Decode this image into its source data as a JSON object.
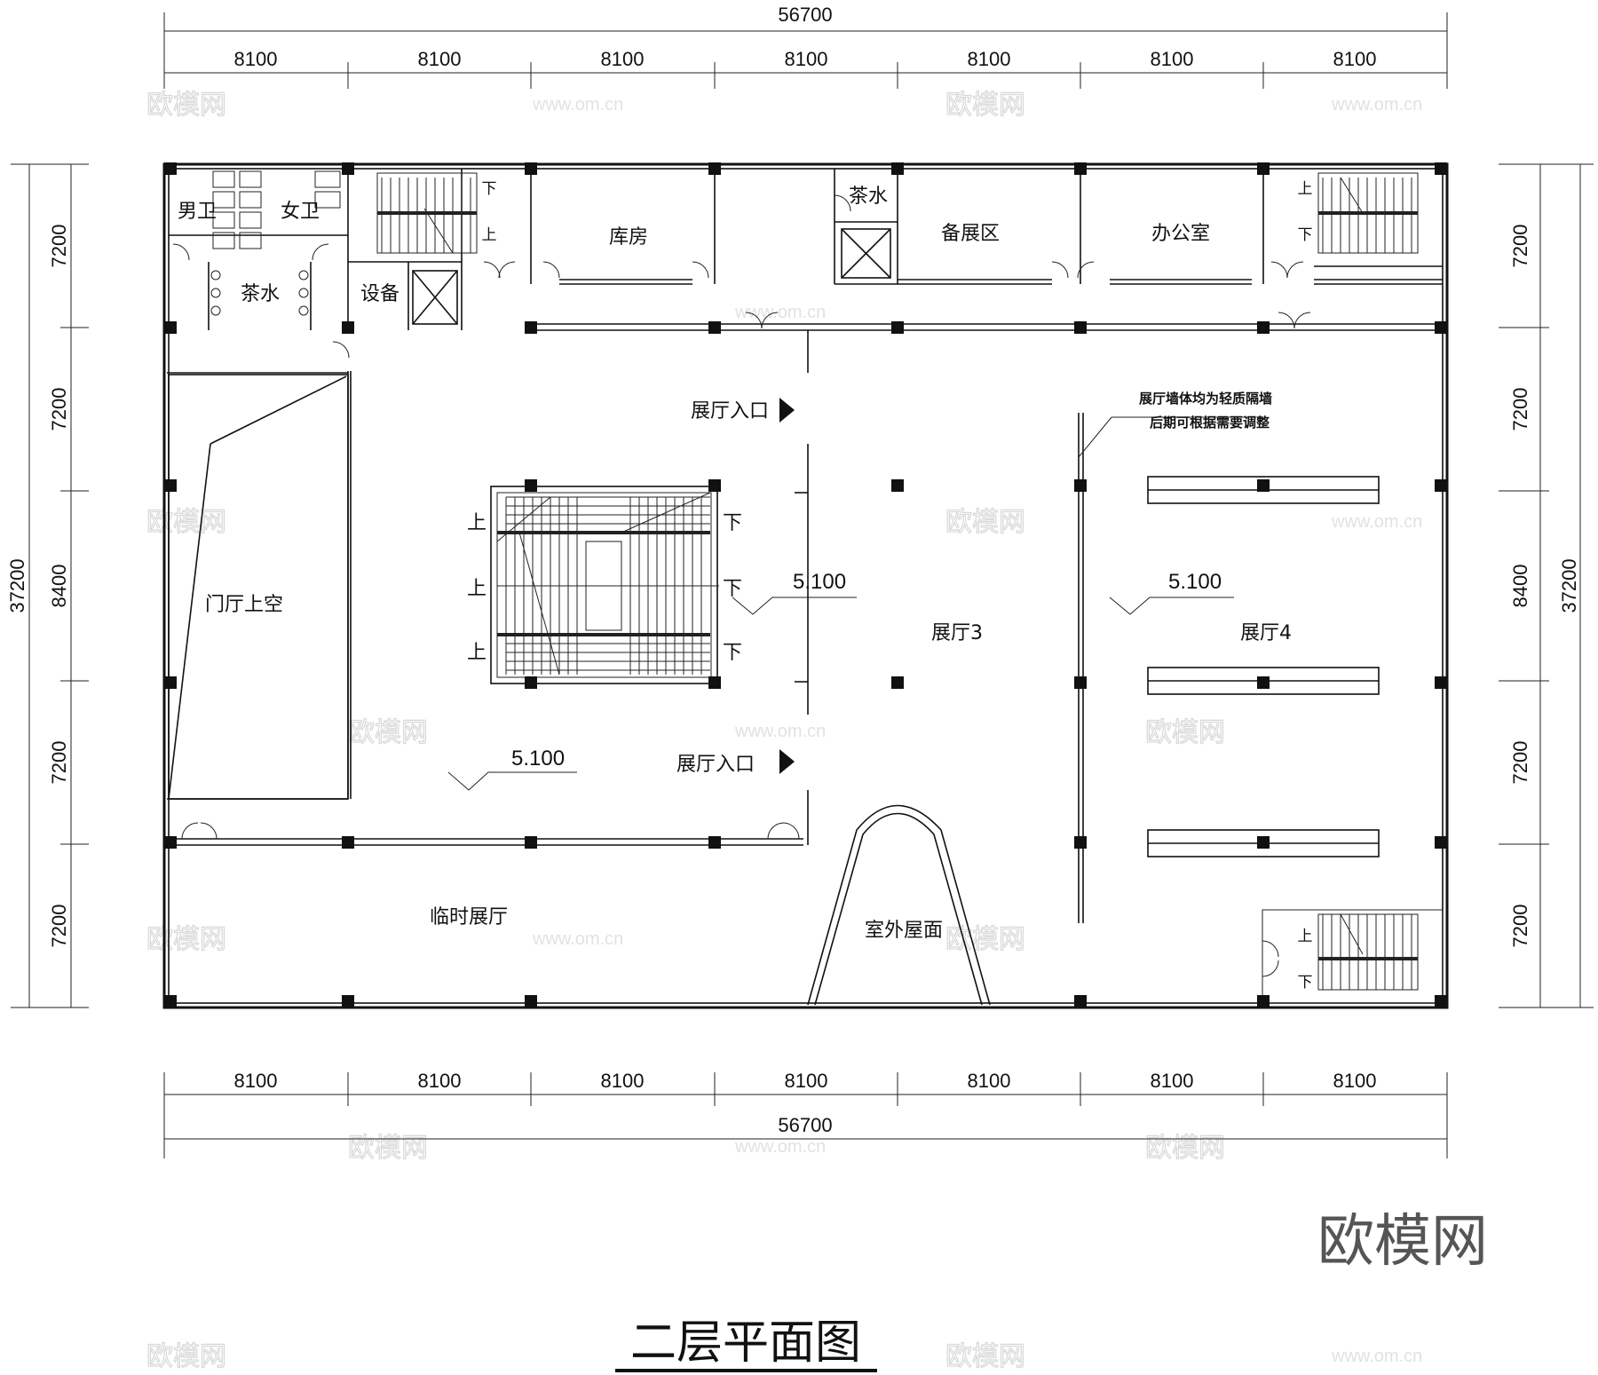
{
  "drawing": {
    "title": "二层平面图",
    "brand_logo": "欧模网",
    "watermark_text": "欧模网",
    "watermark_url": "www.om.cn"
  },
  "dimensions": {
    "top_total": "56700",
    "bottom_total": "56700",
    "bay_horizontal": [
      "8100",
      "8100",
      "8100",
      "8100",
      "8100",
      "8100",
      "8100"
    ],
    "left_total": "37200",
    "right_total": "37200",
    "bay_vertical": [
      "7200",
      "7200",
      "8400",
      "7200",
      "7200"
    ]
  },
  "rooms": {
    "male_wc": "男卫",
    "female_wc": "女卫",
    "tea_left": "茶水",
    "equipment": "设备",
    "storage": "库房",
    "tea_right": "茶水",
    "prep_area": "备展区",
    "office": "办公室",
    "lobby_void": "门厅上空",
    "hall3": "展厅3",
    "hall4": "展厅4",
    "temp_hall": "临时展厅",
    "outdoor_roof": "室外屋面"
  },
  "labels": {
    "hall_entrance_1": "展厅入口",
    "hall_entrance_2": "展厅入口",
    "partition_note_line1": "展厅墙体均为轻质隔墙",
    "partition_note_line2": "后期可根据需要调整",
    "elevation_1": "5.100",
    "elevation_2": "5.100",
    "elevation_3": "5.100",
    "stair_up": "上",
    "stair_down": "下"
  }
}
